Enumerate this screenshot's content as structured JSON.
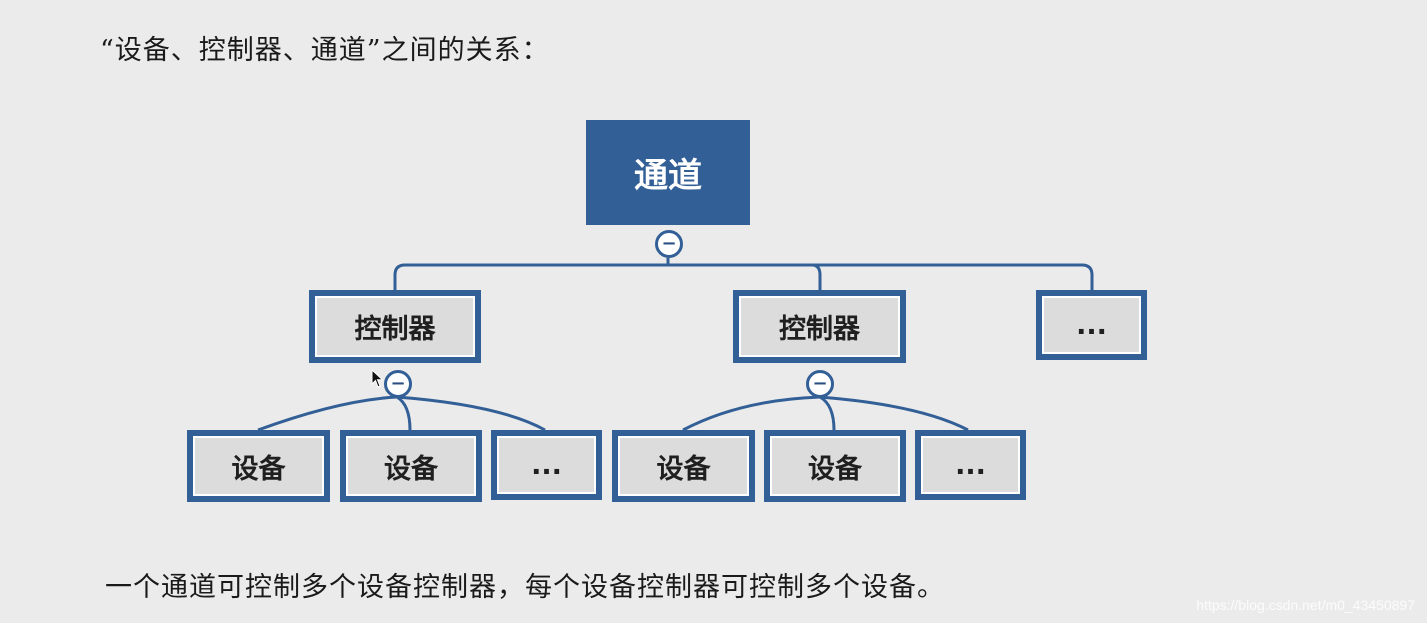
{
  "heading": "“设备、控制器、通道”之间的关系：",
  "caption": "一个通道可控制多个设备控制器，每个设备控制器可控制多个设备。",
  "watermark": "https://blog.csdn.net/m0_43450897",
  "colors": {
    "node_border": "#335f97",
    "node_fill": "#dcdcdc",
    "root_fill": "#335f97",
    "background": "#ebebeb"
  },
  "tree": {
    "root": {
      "label": "通道",
      "toggle": "−",
      "children": [
        {
          "label": "控制器",
          "toggle": "−",
          "children": [
            {
              "label": "设备"
            },
            {
              "label": "设备"
            },
            {
              "label": "..."
            }
          ]
        },
        {
          "label": "控制器",
          "toggle": "−",
          "children": [
            {
              "label": "设备"
            },
            {
              "label": "设备"
            },
            {
              "label": "..."
            }
          ]
        },
        {
          "label": "..."
        }
      ]
    }
  }
}
